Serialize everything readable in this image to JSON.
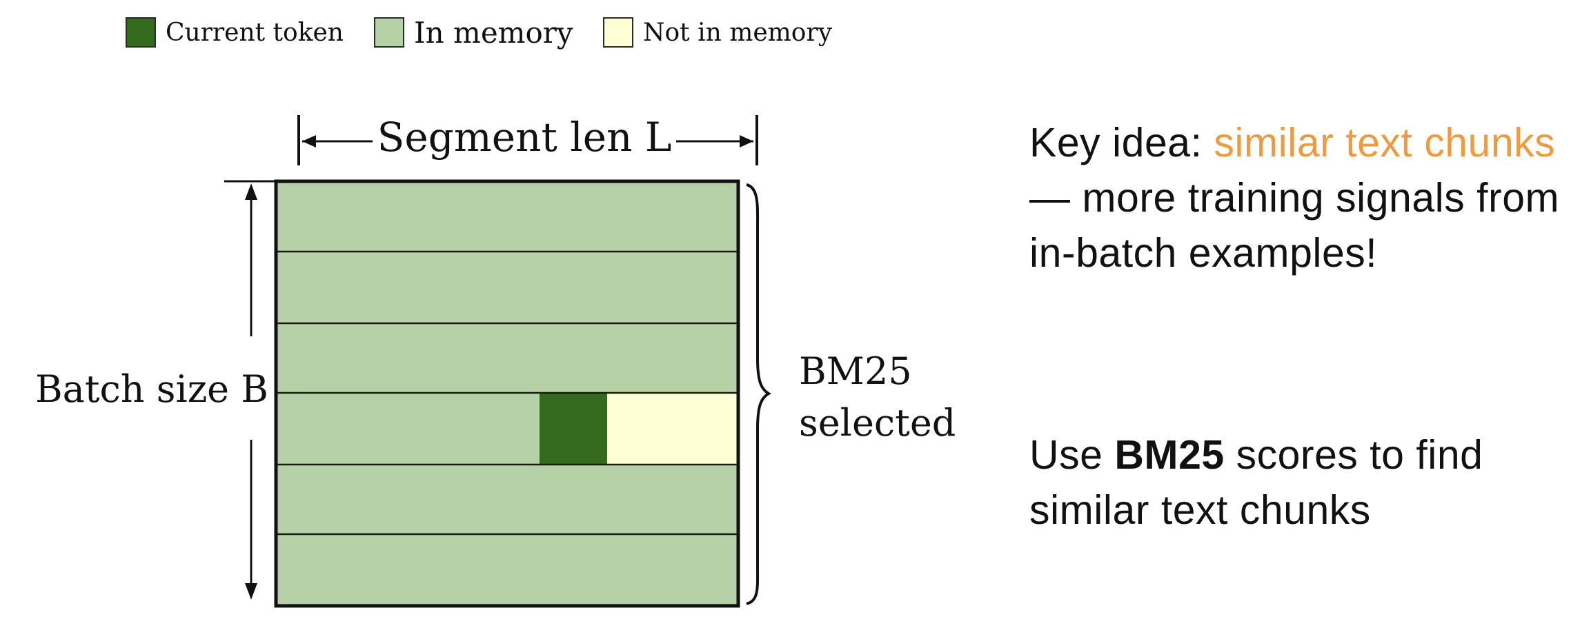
{
  "legend": [
    {
      "label": "Current token",
      "color": "#336a1e"
    },
    {
      "label": "In memory",
      "color": "#b5d1a5"
    },
    {
      "label": "Not in memory",
      "color": "#fefed5"
    }
  ],
  "diagram": {
    "segment_label": "Segment len L",
    "batch_label": "Batch size B",
    "bracket_label_line1": "BM25",
    "bracket_label_line2": "selected",
    "rows": 6,
    "colors": {
      "in_memory": "#b5d1a5",
      "current": "#336a1e",
      "not_in_memory": "#fefed5",
      "line": "#1a1a1a"
    }
  },
  "key_idea": {
    "prefix": "Key idea: ",
    "highlight": "similar text chunks",
    "line2": "— more training signals from",
    "line3": "in-batch examples!"
  },
  "bm25_note": {
    "prefix": "Use ",
    "bold": "BM25",
    "suffix": " scores to find",
    "line2": "similar text chunks"
  }
}
